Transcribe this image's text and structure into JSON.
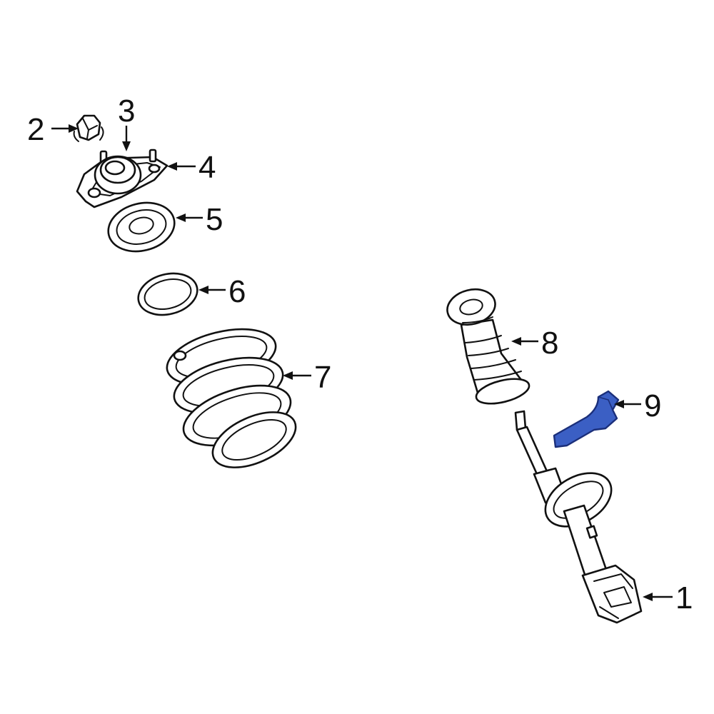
{
  "callouts": {
    "c1": "1",
    "c2": "2",
    "c3": "3",
    "c4": "4",
    "c5": "5",
    "c6": "6",
    "c7": "7",
    "c8": "8",
    "c9": "9"
  },
  "colors": {
    "line": "#111111",
    "background": "#ffffff",
    "highlight_fill": "#3b5fc4",
    "highlight_stroke": "#1b2f7a"
  },
  "highlighted_part": "9"
}
